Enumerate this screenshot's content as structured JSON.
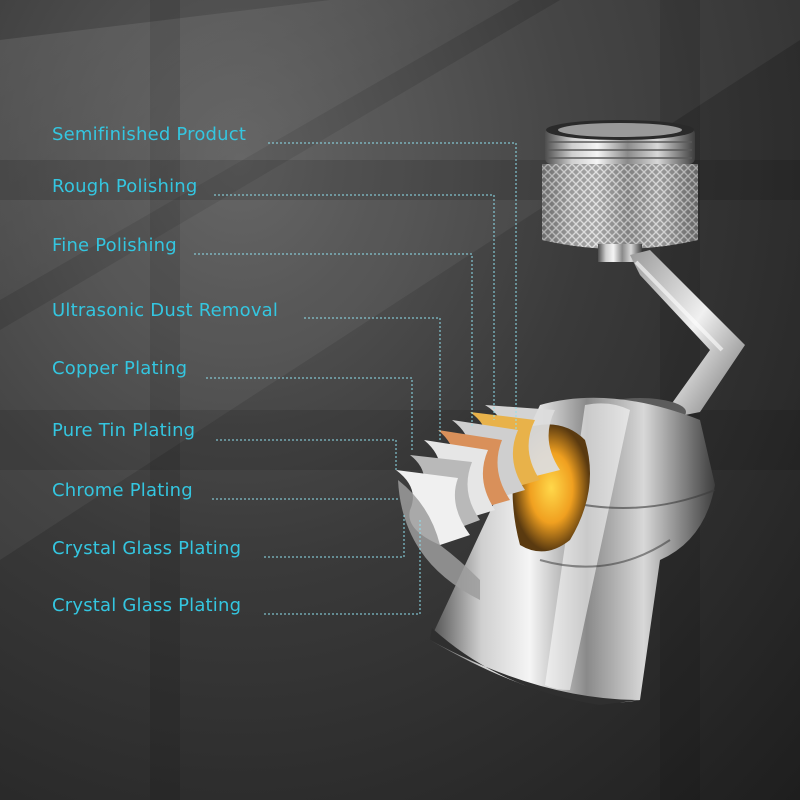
{
  "colors": {
    "label_text": "#34c6e0",
    "leader_line": "#8fe0ee",
    "background_dark": "#1e1e1e",
    "chrome_highlight": "#f2f2f2",
    "chrome_shadow": "#5a5a5a",
    "copper_layer": "#d9905a",
    "gold_layer": "#f0b92a"
  },
  "layers": [
    {
      "label": "Semifinished Product"
    },
    {
      "label": "Rough Polishing"
    },
    {
      "label": "Fine Polishing"
    },
    {
      "label": "Ultrasonic Dust Removal"
    },
    {
      "label": "Copper Plating"
    },
    {
      "label": "Pure Tin Plating"
    },
    {
      "label": "Chrome Plating"
    },
    {
      "label": "Crystal Glass Plating"
    },
    {
      "label": "Crystal Glass Plating"
    }
  ],
  "product": {
    "icon": "swivel-faucet-aerator-icon"
  }
}
